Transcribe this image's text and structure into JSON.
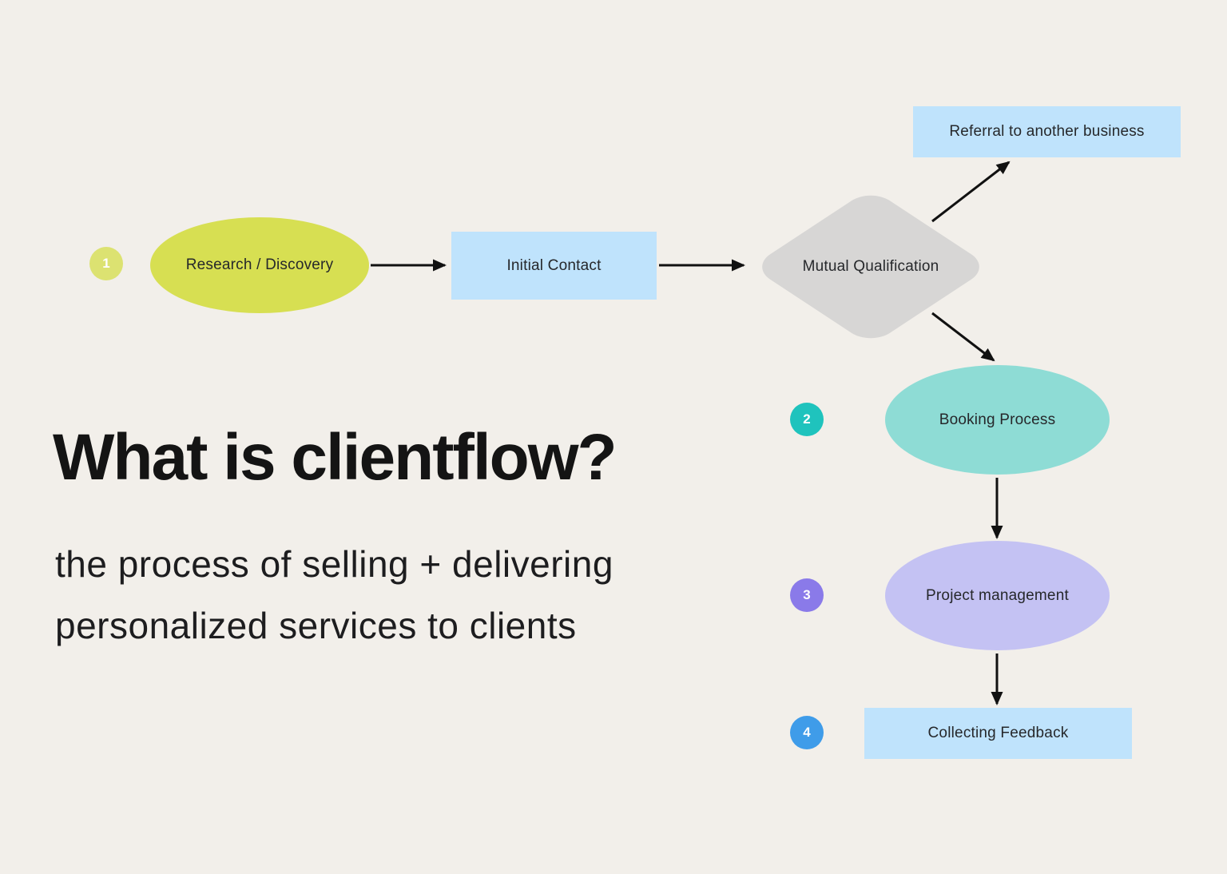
{
  "canvas": {
    "background_color": "#f2efea"
  },
  "title_block": {
    "heading": "What is clientflow?",
    "subtitle_line1": "the process of selling + delivering",
    "subtitle_line2": "personalized services to clients"
  },
  "flowchart": {
    "nodes": [
      {
        "id": "research-discovery",
        "label": "Research / Discovery",
        "shape": "ellipse",
        "color": "#d7df52"
      },
      {
        "id": "initial-contact",
        "label": "Initial Contact",
        "shape": "rect",
        "color": "#bfe3fc"
      },
      {
        "id": "mutual-qualification",
        "label": "Mutual Qualification",
        "shape": "diamond",
        "color": "#d7d6d5"
      },
      {
        "id": "referral",
        "label": "Referral to another business",
        "shape": "rect",
        "color": "#bfe3fc"
      },
      {
        "id": "booking-process",
        "label": "Booking Process",
        "shape": "ellipse",
        "color": "#8edcd5"
      },
      {
        "id": "project-management",
        "label": "Project management",
        "shape": "ellipse",
        "color": "#c4c2f3"
      },
      {
        "id": "collecting-feedback",
        "label": "Collecting Feedback",
        "shape": "rect",
        "color": "#bfe3fc"
      }
    ],
    "step_badges": [
      {
        "number": "1",
        "color": "#dce271"
      },
      {
        "number": "2",
        "color": "#1fc3bd"
      },
      {
        "number": "3",
        "color": "#8a7ae9"
      },
      {
        "number": "4",
        "color": "#3f9ce9"
      }
    ],
    "arrow_color": "#111111"
  }
}
